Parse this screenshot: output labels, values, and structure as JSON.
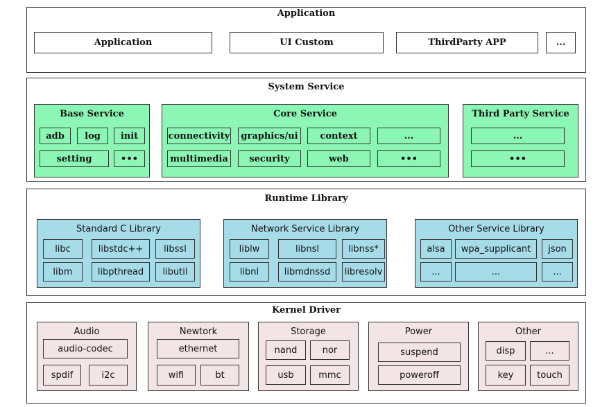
{
  "application": {
    "title": "Application",
    "items": [
      "Application",
      "UI Custom",
      "ThirdParty APP",
      "..."
    ]
  },
  "system_service": {
    "title": "System Service",
    "base": {
      "title": "Base Service",
      "items": [
        "adb",
        "log",
        "init",
        "setting",
        "•••"
      ]
    },
    "core": {
      "title": "Core Service",
      "items": [
        "connectivity",
        "graphics/ui",
        "context",
        "...",
        "multimedia",
        "security",
        "web",
        "•••"
      ]
    },
    "third_party": {
      "title": "Third Party Service",
      "items": [
        "...",
        "•••"
      ]
    }
  },
  "runtime": {
    "title": "Runtime Library",
    "std_c": {
      "title": "Standard C Library",
      "items": [
        "libc",
        "libstdc++",
        "libssl",
        "libm",
        "libpthread",
        "libutil"
      ]
    },
    "network": {
      "title": "Network Service Library",
      "items": [
        "liblw",
        "libnsl",
        "libnss*",
        "libnl",
        "libmdnssd",
        "libresolv"
      ]
    },
    "other": {
      "title": "Other Service Library",
      "items": [
        "alsa",
        "wpa_supplicant",
        "json",
        "...",
        "...",
        "..."
      ]
    }
  },
  "kernel": {
    "title": "Kernel Driver",
    "audio": {
      "title": "Audio",
      "items": [
        "audio-codec",
        "spdif",
        "i2c"
      ]
    },
    "network": {
      "title": "Newtork",
      "items": [
        "ethernet",
        "wifi",
        "bt"
      ]
    },
    "storage": {
      "title": "Storage",
      "items": [
        "nand",
        "nor",
        "usb",
        "mmc"
      ]
    },
    "power": {
      "title": "Power",
      "items": [
        "suspend",
        "poweroff"
      ]
    },
    "other": {
      "title": "Other",
      "items": [
        "disp",
        "...",
        "key",
        "touch"
      ]
    }
  },
  "colors": {
    "system_service": "#8cf7b5",
    "runtime_library": "#a6dbe8",
    "kernel_driver": "#f3e4e6"
  }
}
